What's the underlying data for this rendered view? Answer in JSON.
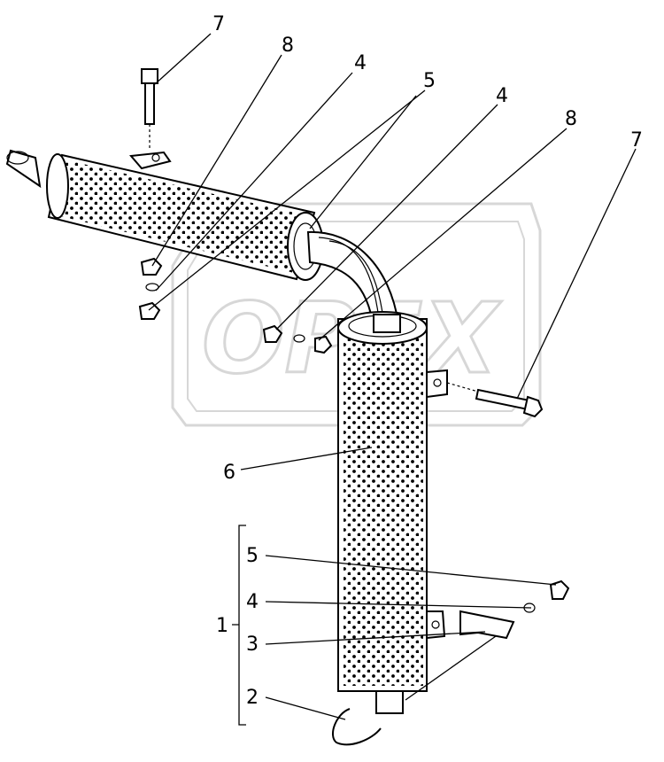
{
  "watermark": {
    "text": "OPEX",
    "color": "#b8b8b8"
  },
  "callouts": {
    "c7a": "7",
    "c8a": "8",
    "c4a": "4",
    "c5a": "5",
    "c4b": "4",
    "c8b": "8",
    "c7b": "7",
    "c6": "6",
    "c1": "1",
    "c5b": "5",
    "c4c": "4",
    "c3": "3",
    "c2": "2"
  },
  "colors": {
    "ink": "#000000",
    "paper": "#ffffff"
  }
}
